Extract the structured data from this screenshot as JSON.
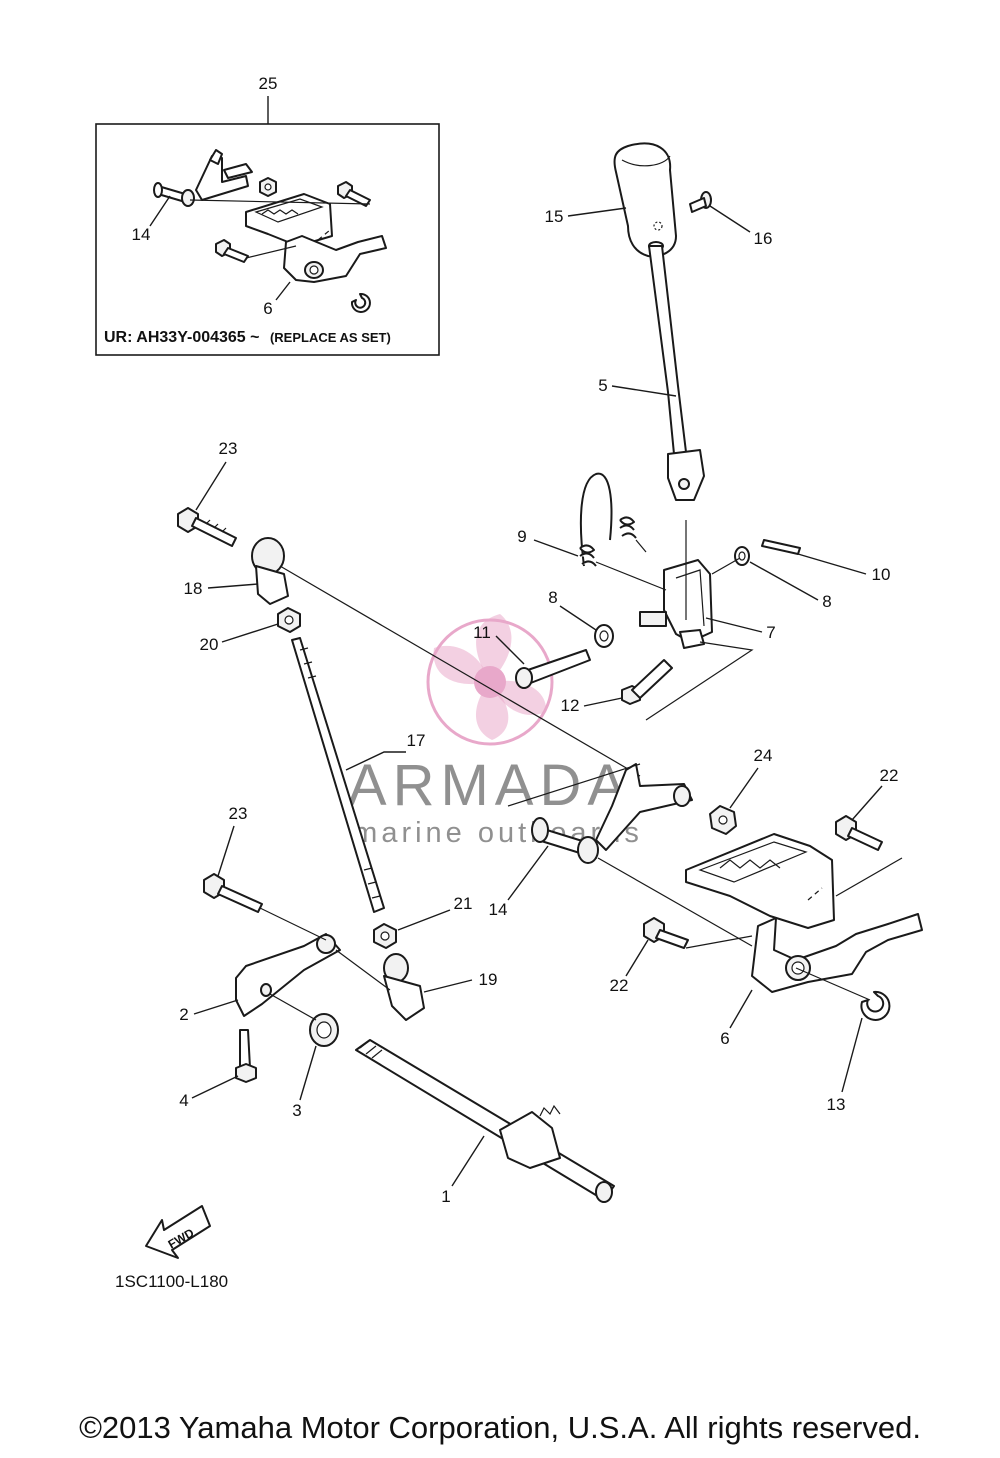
{
  "inset": {
    "callout": "25",
    "labels": [
      "14",
      "6"
    ],
    "note_prefix": "UR: AH33Y-004365 ~",
    "note_suffix": "(REPLACE AS SET)"
  },
  "callouts": {
    "c1": "1",
    "c2": "2",
    "c3": "3",
    "c4": "4",
    "c5": "5",
    "c6": "6",
    "c7": "7",
    "c8a": "8",
    "c8b": "8",
    "c9": "9",
    "c10": "10",
    "c11": "11",
    "c12": "12",
    "c13": "13",
    "c14": "14",
    "c15": "15",
    "c16": "16",
    "c17": "17",
    "c18": "18",
    "c19": "19",
    "c20": "20",
    "c21": "21",
    "c22a": "22",
    "c22b": "22",
    "c23a": "23",
    "c23b": "23",
    "c24": "24"
  },
  "fwd_label": "FWD",
  "diagram_code": "1SC1100-L180",
  "watermark": {
    "brand": "ARMADA",
    "tagline": "marine outboards",
    "accent_color": "#e59ac1",
    "text_color": "#7d7d7d"
  },
  "copyright": "©2013 Yamaha Motor Corporation, U.S.A. All rights reserved."
}
